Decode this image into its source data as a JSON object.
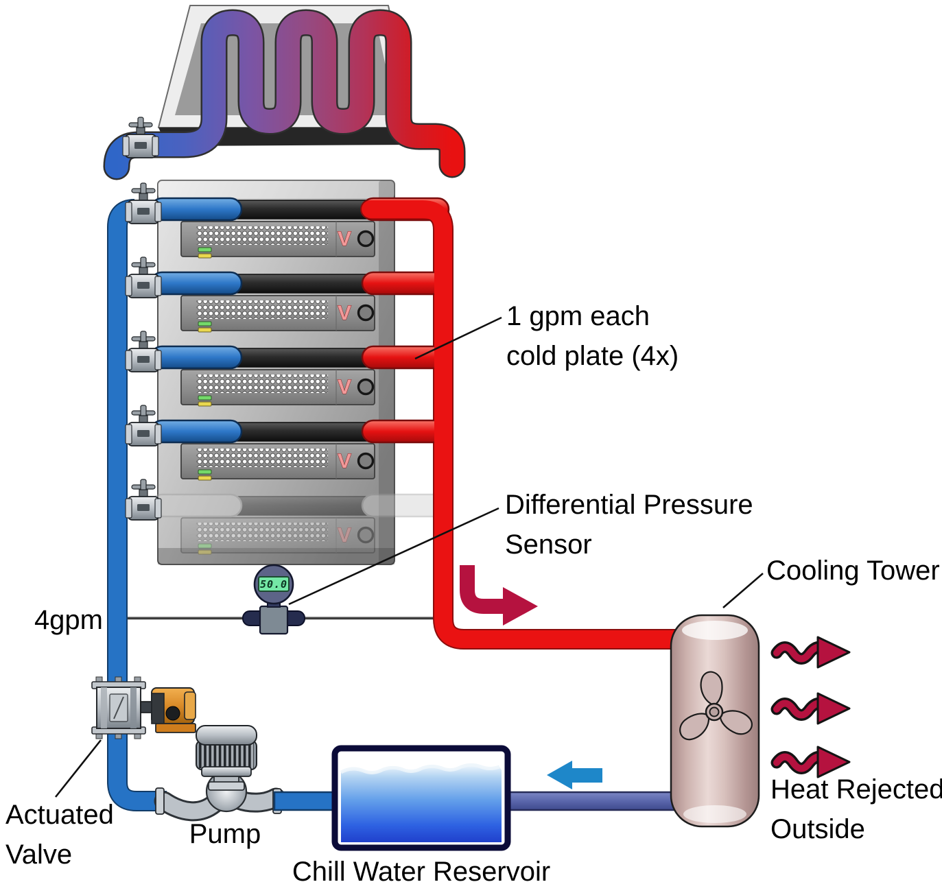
{
  "labels": {
    "flow_per_plate": {
      "line1": "1 gpm each",
      "line2": "cold plate (4x)"
    },
    "dp_sensor": {
      "line1": "Differential Pressure",
      "line2": "Sensor"
    },
    "cooling_tower": "Cooling Tower",
    "supply_flow": "4gpm",
    "actuated_valve": {
      "line1": "Actuated",
      "line2": "Valve"
    },
    "pump": "Pump",
    "chill_water_reservoir": "Chill Water Reservoir",
    "heat_rejected": {
      "line1": "Heat Rejected",
      "line2": "Outside"
    }
  },
  "sensor": {
    "reading": "50.0"
  },
  "rack": {
    "server_logo": "V"
  },
  "colors": {
    "cool_supply_pipe": "#2673c5",
    "hot_return_pipe": "#ea1212",
    "heat_arrow_crimson": "#b5123f",
    "cool_flow_arrow": "#1e87c9",
    "reservoir_water": "#2e62e2",
    "tower_return_pipe": "#5a66ab",
    "cooling_tower_body": "#cdb2ae",
    "actuator_orange": "#d98a28",
    "lcd_green": "#74e8a6"
  }
}
